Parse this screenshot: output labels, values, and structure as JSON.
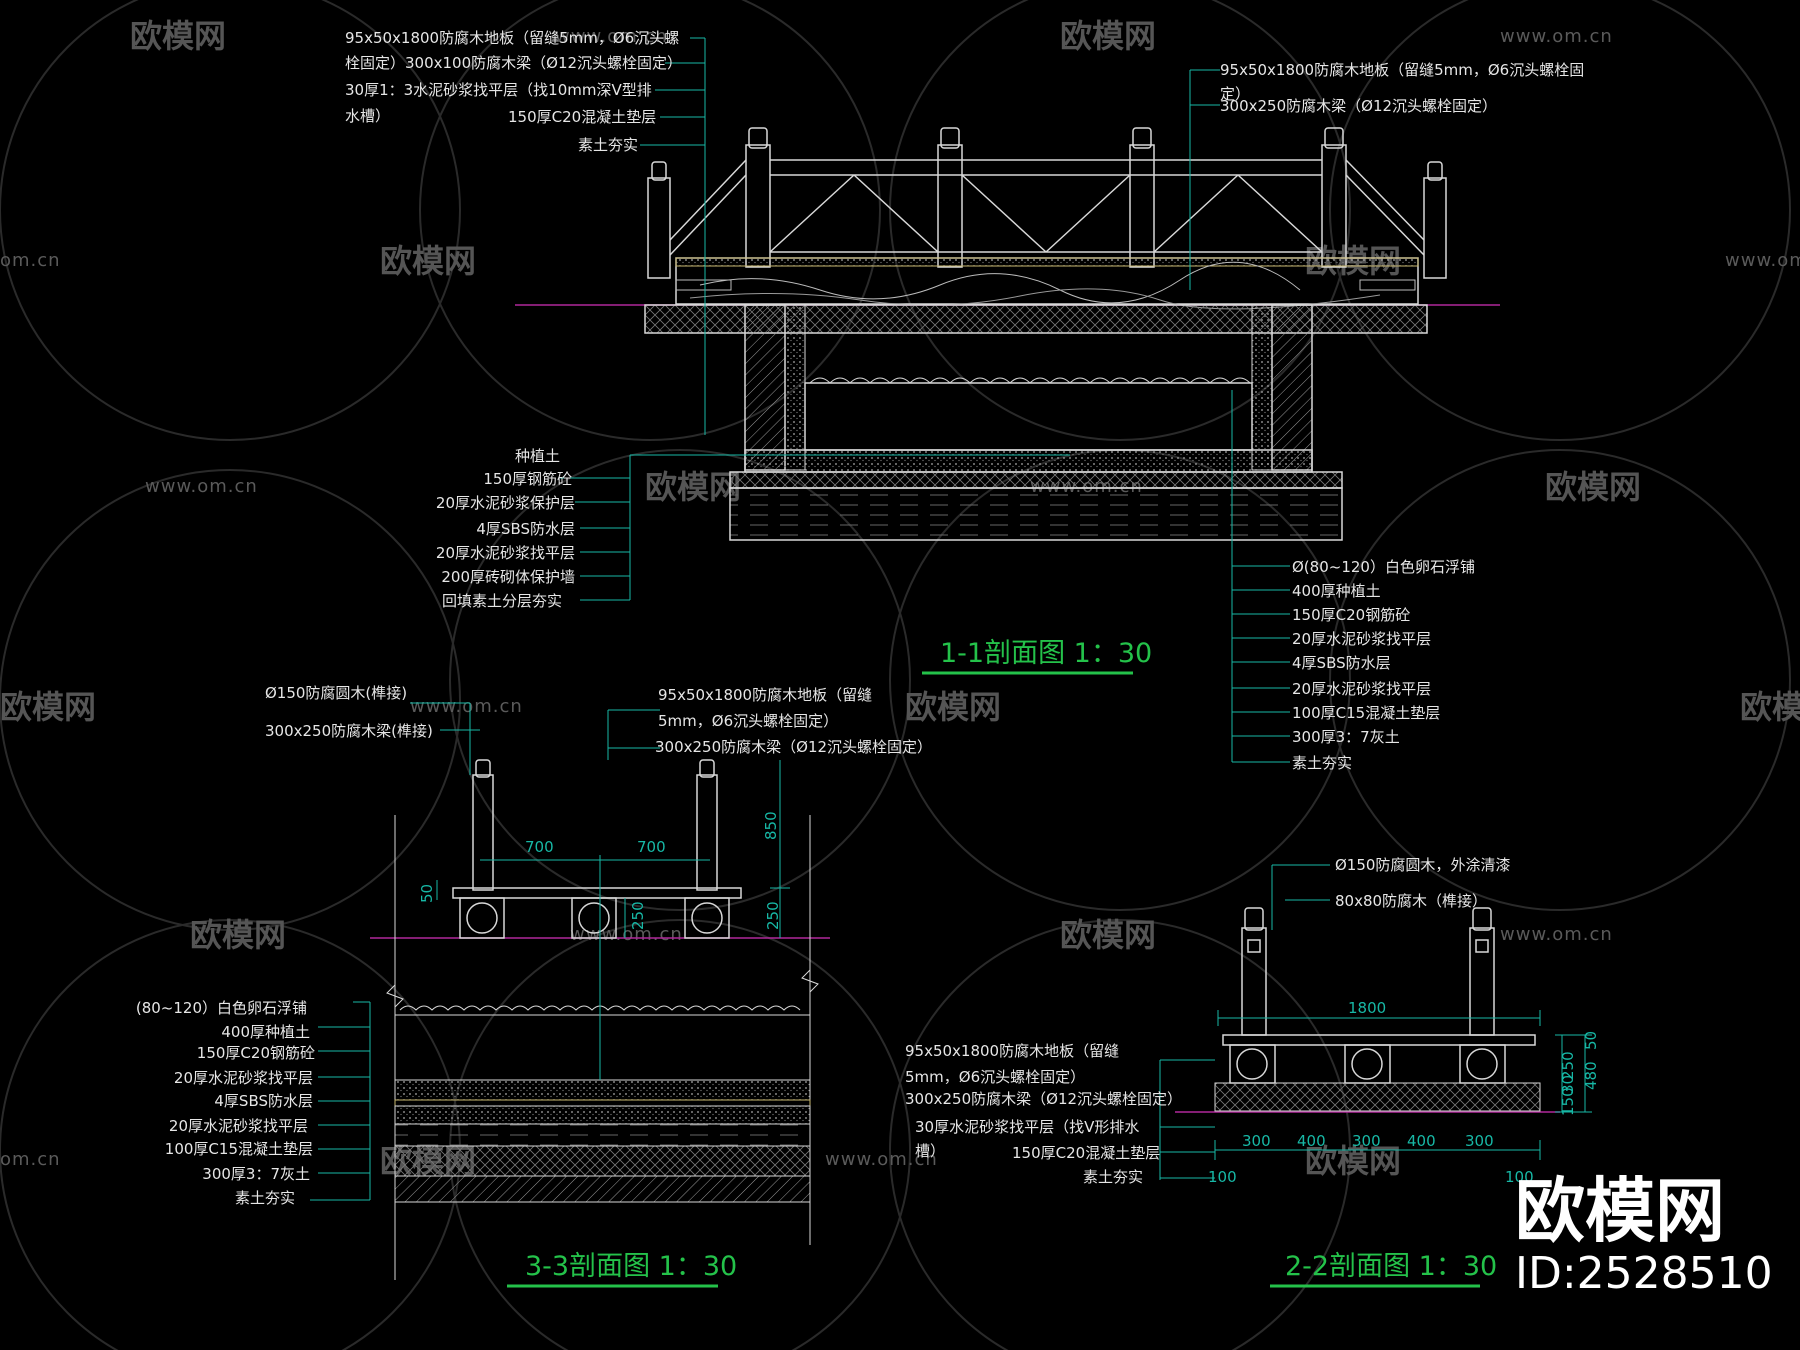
{
  "watermark": {
    "brand": "欧模网",
    "url": "www.om.cn",
    "url_partial": "om.cn",
    "brand_partial_left": "欧模网",
    "brand_partial_right": "欧模"
  },
  "brand_corner": {
    "name": "欧模网",
    "id": "ID:2528510"
  },
  "section_1": {
    "title": "1-1剖面图 1：30",
    "top_left_notes": [
      "95x50x1800防腐木地板（留缝5mm，Ø6沉头螺",
      "栓固定）300x100防腐木梁（Ø12沉头螺栓固定）",
      "30厚1：3水泥砂浆找平层（找10mm深V型排",
      "水槽）",
      "150厚C20混凝土垫层",
      "素土夯实"
    ],
    "top_right_notes": [
      "95x50x1800防腐木地板（留缝5mm，Ø6沉头螺栓固",
      "定）",
      "300x250防腐木梁（Ø12沉头螺栓固定）"
    ],
    "left_wall_notes": [
      "种植土",
      "150厚钢筋砼",
      "20厚水泥砂浆保护层",
      "4厚SBS防水层",
      "20厚水泥砂浆找平层",
      "200厚砖砌体保护墙",
      "回填素土分层夯实"
    ],
    "right_pond_notes": [
      "Ø(80~120）白色卵石浮铺",
      "400厚种植土",
      "150厚C20钢筋砼",
      "20厚水泥砂浆找平层",
      "4厚SBS防水层",
      "20厚水泥砂浆找平层",
      "100厚C15混凝土垫层",
      "300厚3：7灰土",
      "素土夯实"
    ]
  },
  "section_3": {
    "title": "3-3剖面图 1：30",
    "post_notes": [
      "Ø150防腐圆木(榫接)",
      "300x250防腐木梁(榫接)"
    ],
    "deck_notes": [
      "95x50x1800防腐木地板（留缝",
      "5mm，Ø6沉头螺栓固定）",
      "300x250防腐木梁（Ø12沉头螺栓固定）"
    ],
    "dims": {
      "span_a": "700",
      "span_b": "700",
      "post_h": "850",
      "deck_t": "50",
      "beam_a": "250",
      "beam_b": "250"
    },
    "layer_notes": [
      "(80~120）白色卵石浮铺",
      "400厚种植土",
      "150厚C20钢筋砼",
      "20厚水泥砂浆找平层",
      "4厚SBS防水层",
      "20厚水泥砂浆找平层",
      "100厚C15混凝土垫层",
      "300厚3：7灰土",
      "素土夯实"
    ]
  },
  "section_2": {
    "title": "2-2剖面图 1：30",
    "post_notes": [
      "Ø150防腐圆木，外涂清漆",
      "80x80防腐木（榫接）"
    ],
    "deck_notes": [
      "95x50x1800防腐木地板（留缝",
      "5mm，Ø6沉头螺栓固定）",
      "300x250防腐木梁（Ø12沉头螺栓固定）",
      "30厚水泥砂浆找平层（找V形排水",
      "槽）",
      "150厚C20混凝土垫层",
      "素土夯实"
    ],
    "dims": {
      "width": "1800",
      "bottom": [
        "300",
        "400",
        "300",
        "400",
        "300"
      ],
      "edge_left": "100",
      "edge_right": "100",
      "right_a": "250",
      "right_b": "50",
      "right_c": "480",
      "right_d": "150",
      "right_e": "30"
    }
  },
  "colors": {
    "background": "#000000",
    "annotation": "#e6e6e6",
    "dimension": "#17b8a6",
    "title": "#24c24a",
    "ground_line": "#b0289a",
    "structure": "#d8d8d8",
    "gravel": "#c9b870"
  }
}
